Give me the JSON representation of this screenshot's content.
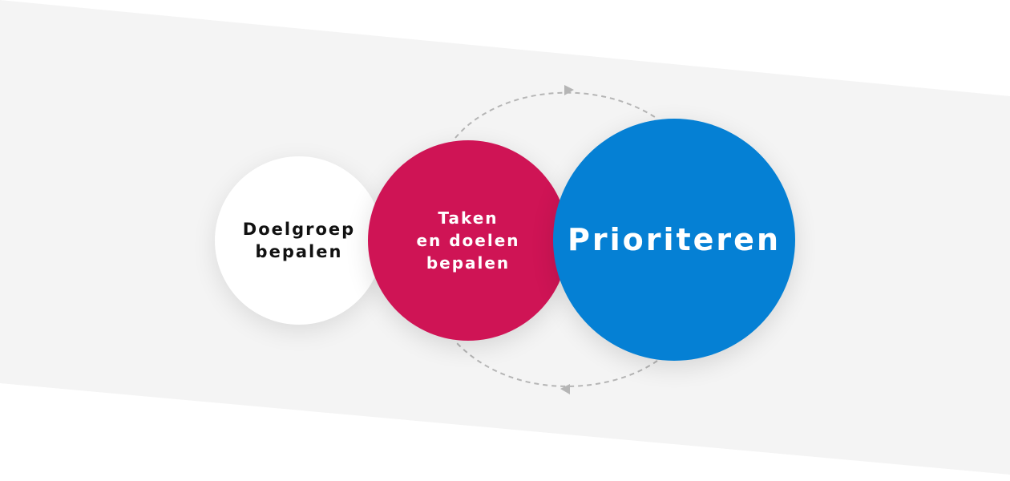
{
  "colors": {
    "background_band": "#f4f4f4",
    "circle_white": "#ffffff",
    "circle_red": "#cf1455",
    "circle_blue": "#0580d4",
    "text_dark": "#111111",
    "text_light": "#ffffff",
    "cycle_line": "#b5b5b5"
  },
  "circles": {
    "doelgroep": {
      "label": "Doelgroep\nbepalen"
    },
    "taken": {
      "label": "Taken\nen doelen\nbepalen"
    },
    "prioriteren": {
      "label": "Prioriteren"
    }
  },
  "cycle": {
    "icons": [
      "arrowhead-right-icon",
      "arrowhead-left-icon"
    ]
  }
}
